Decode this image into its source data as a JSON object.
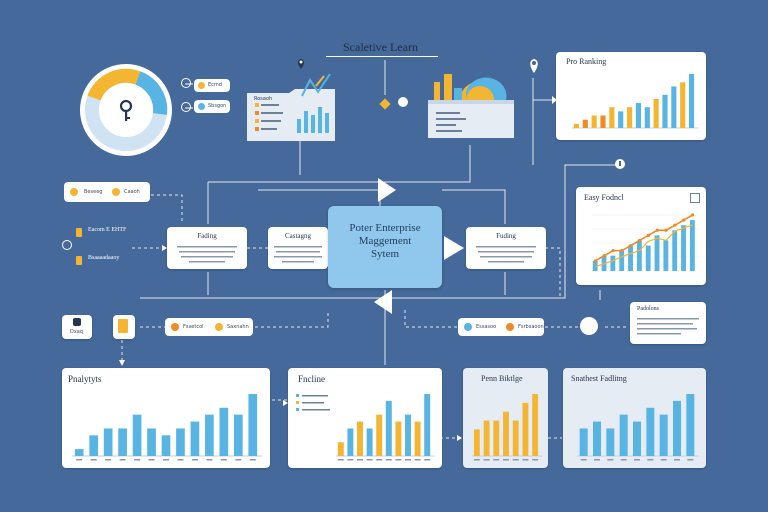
{
  "title": "Scaletive Learn",
  "center": {
    "line1": "Poter Enterprise",
    "line2": "Maggement",
    "line3": "Sytem"
  },
  "gauge": {
    "icon": "key-icon",
    "colors": [
      "#f3b532",
      "#58b4e2",
      "#cfe3f2"
    ]
  },
  "top_pills": [
    {
      "label": "Ecmd"
    },
    {
      "label": "Sbsgon"
    }
  ],
  "left_pills": [
    {
      "label": "Beseeg"
    },
    {
      "label": "Caaoh"
    }
  ],
  "left_labels": {
    "line1": "Eacom E EHTF",
    "line2": "Bsaaaadaaoy"
  },
  "process_cards": [
    {
      "title": "Fading"
    },
    {
      "title": "Castagng"
    },
    {
      "title": "Fuding"
    }
  ],
  "top_chart_card": {
    "title": "Rosaoh"
  },
  "doc_card": {
    "title": ""
  },
  "pro_ranking": {
    "title": "Pro Ranking",
    "values": [
      1,
      2,
      3,
      3,
      5,
      4,
      5,
      6,
      5,
      7,
      8,
      10,
      11,
      13
    ]
  },
  "early_performance": {
    "title": "Easy Fodncl",
    "bars": [
      2,
      3,
      3,
      4,
      5,
      6,
      5,
      7,
      6,
      8,
      9,
      10
    ],
    "line": [
      2,
      3,
      4,
      4,
      5,
      6,
      7,
      8,
      8,
      9,
      10,
      11
    ]
  },
  "bottom_left": {
    "label": "Dxaq"
  },
  "flow_pill_left": {
    "labels": [
      "Fsxetcol",
      "Saxnahn"
    ]
  },
  "flow_pill_right": {
    "labels": [
      "Essasoo",
      "Fsrbsaoon"
    ]
  },
  "notes_card": {
    "title": "Padolons"
  },
  "analytics": {
    "title": "Pnalytyts",
    "values": [
      1,
      3,
      4,
      4,
      6,
      4,
      3,
      4,
      5,
      6,
      7,
      6,
      9
    ]
  },
  "pricing": {
    "title": "Fncline",
    "values": [
      2,
      4,
      5,
      4,
      6,
      8,
      5,
      6,
      5,
      9
    ]
  },
  "penn": {
    "title": "Penn Biktlge",
    "values": [
      3,
      4,
      4,
      5,
      4,
      6,
      7
    ]
  },
  "synthesis": {
    "title": "Snathest Fadlitng",
    "values": [
      4,
      5,
      4,
      6,
      5,
      7,
      6,
      8,
      9
    ]
  },
  "colors": {
    "bg": "#44699a",
    "blue": "#58b4e2",
    "yellow": "#f3b532",
    "orange": "#f08a24",
    "navy": "#25364f"
  }
}
